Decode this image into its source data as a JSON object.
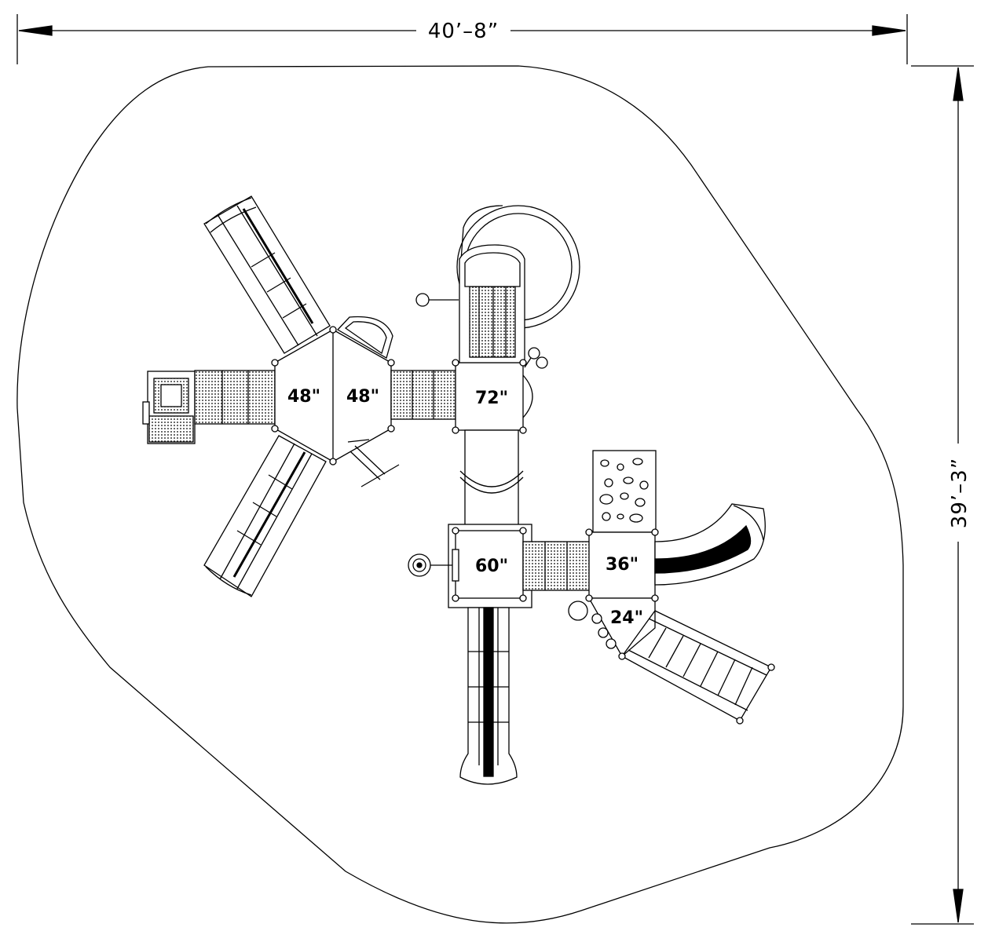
{
  "dimensions": {
    "width": "40’–8”",
    "depth": "39’–3”"
  },
  "decks": [
    {
      "id": "deck-left-a",
      "label": "48\""
    },
    {
      "id": "deck-left-b",
      "label": "48\""
    },
    {
      "id": "deck-top",
      "label": "72\""
    },
    {
      "id": "deck-center",
      "label": "60\""
    },
    {
      "id": "deck-right",
      "label": "36\""
    },
    {
      "id": "deck-step",
      "label": "24\""
    }
  ],
  "colors": {
    "line": "#000000",
    "background": "#ffffff"
  }
}
